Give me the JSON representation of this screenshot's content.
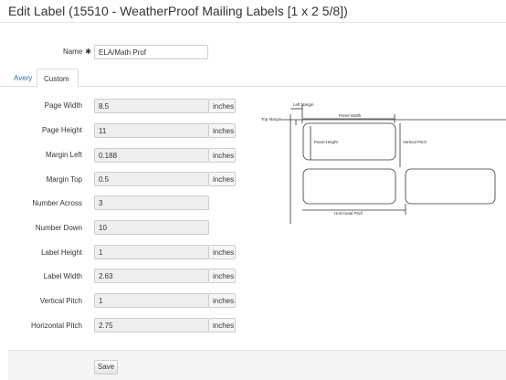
{
  "page": {
    "title": "Edit Label (15510 - WeatherProof Mailing Labels [1 x 2 5/8])"
  },
  "name_field": {
    "label": "Name",
    "required_mark": "✱",
    "value": "ELA/Math Prof"
  },
  "tabs": [
    {
      "label": "Avery"
    },
    {
      "label": "Custom"
    }
  ],
  "unit": "inches",
  "fields": {
    "page_width": {
      "label": "Page Width",
      "value": "8.5"
    },
    "page_height": {
      "label": "Page Height",
      "value": "11"
    },
    "margin_left": {
      "label": "Margin Left",
      "value": "0.188"
    },
    "margin_top": {
      "label": "Margin Top",
      "value": "0.5"
    },
    "number_across": {
      "label": "Number Across",
      "value": "3"
    },
    "number_down": {
      "label": "Number Down",
      "value": "10"
    },
    "label_height": {
      "label": "Label Height",
      "value": "1"
    },
    "label_width": {
      "label": "Label Width",
      "value": "2.63"
    },
    "vertical_pitch": {
      "label": "Vertical Pitch",
      "value": "1"
    },
    "horizontal_pitch": {
      "label": "Horizontal Pitch",
      "value": "2.75"
    }
  },
  "diagram": {
    "left_margin": "Left Margin",
    "top_margin": "Top Margin",
    "panel_width": "Panel Width",
    "panel_height": "Panel Height",
    "vertical_pitch": "Vertical Pitch",
    "horizontal_pitch": "Horizontal Pitch"
  },
  "footer": {
    "save_label": "Save"
  }
}
